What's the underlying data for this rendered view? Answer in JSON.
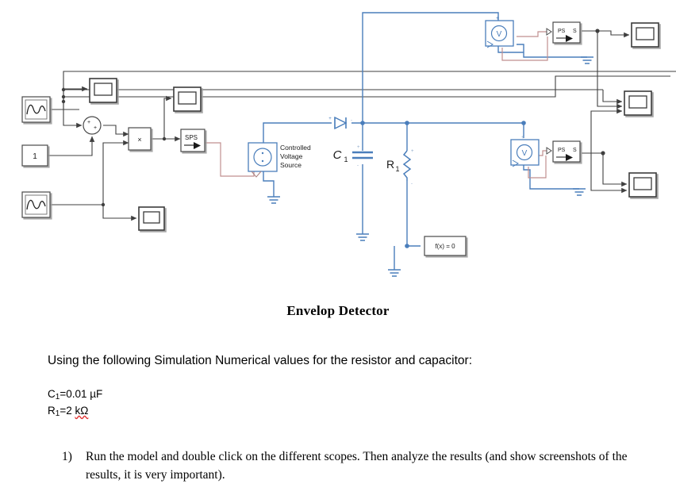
{
  "diagram": {
    "name": "envelope-detector-simulink-model",
    "colors": {
      "signal_wire": "#3f3f3f",
      "physical_wire": "#4a7ebb",
      "ps_wire": "#bf8f8f",
      "block_border": "#4a4a4a",
      "block_fill": "#ffffff",
      "physical_block_border": "#4a7ebb"
    },
    "blocks": {
      "sine_carrier": {
        "label": "",
        "icon": "sine-wave-icon"
      },
      "sine_message": {
        "label": "",
        "icon": "sine-wave-icon"
      },
      "constant_one": {
        "label": "1"
      },
      "sum": {
        "label": "",
        "icon": "sum-circle-icon",
        "signs": "++"
      },
      "product": {
        "label": "×"
      },
      "sps": {
        "label": "SPS"
      },
      "controlled_voltage_source": {
        "label": "Controlled\nVoltage\nSource",
        "line1": "Controlled",
        "line2": "Voltage",
        "line3": "Source"
      },
      "diode": {
        "label": "",
        "port_plus": "+",
        "port_minus": "-"
      },
      "capacitor": {
        "label": "C",
        "subscript": "1",
        "port_plus": "+",
        "port_minus": "-"
      },
      "resistor": {
        "label": "R",
        "subscript": "1",
        "port_plus": "+",
        "port_minus": "-"
      },
      "solver": {
        "label": "f(x) = 0"
      },
      "voltage_sensor_top": {
        "label": "V",
        "port_plus": "+",
        "port_minus": "-"
      },
      "voltage_sensor_bottom": {
        "label": "V",
        "port_plus": "+",
        "port_minus": "-"
      },
      "ps_simulink_converter_top": {
        "label_in": "PS",
        "label_out": "S"
      },
      "ps_simulink_converter_bottom": {
        "label_in": "PS",
        "label_out": "S"
      },
      "scope_carrier": {
        "label": ""
      },
      "scope_modulated": {
        "label": ""
      },
      "scope_message": {
        "label": ""
      },
      "scope_output_top": {
        "label": ""
      },
      "scope_output_mid": {
        "label": ""
      },
      "scope_output_bottom": {
        "label": ""
      }
    }
  },
  "document": {
    "title": "Envelop Detector",
    "intro": "Using the following Simulation Numerical values for the resistor and capacitor:",
    "values": {
      "capacitor_symbol": "C",
      "capacitor_sub": "1",
      "capacitor_value": "=0.01 µF",
      "resistor_symbol": "R",
      "resistor_sub": "1",
      "resistor_value_prefix": "=2 ",
      "resistor_value_unit": "kΩ"
    },
    "items": [
      {
        "marker": "1)",
        "text": "Run the model and double click on the different scopes. Then analyze the results (and show screenshots of the results, it is very important)."
      }
    ]
  }
}
